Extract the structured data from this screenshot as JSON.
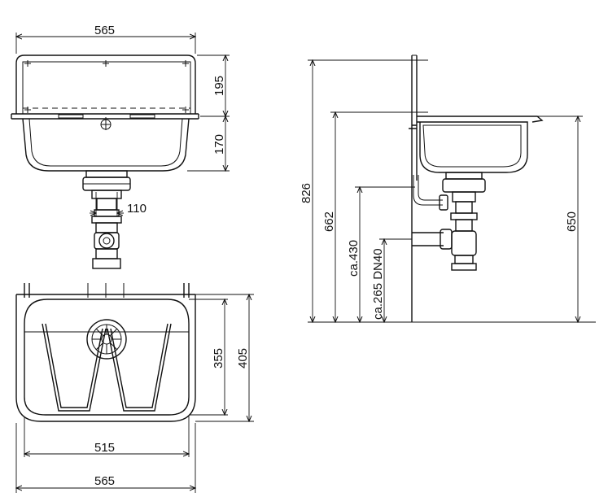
{
  "drawing": {
    "top_view": {
      "width_label": "565",
      "height_upper_label": "195",
      "height_lower_label": "170",
      "drain_offset_label": "110"
    },
    "plan_view": {
      "depth_inner_label": "355",
      "depth_outer_label": "405",
      "inner_width_label": "515",
      "outer_width_label": "565"
    },
    "side_view": {
      "total_height_label": "826",
      "rim_height_label": "662",
      "trap_height_label": "ca.430",
      "outlet_label": "ca.265 DN40",
      "floor_to_rim_label": "650"
    }
  }
}
